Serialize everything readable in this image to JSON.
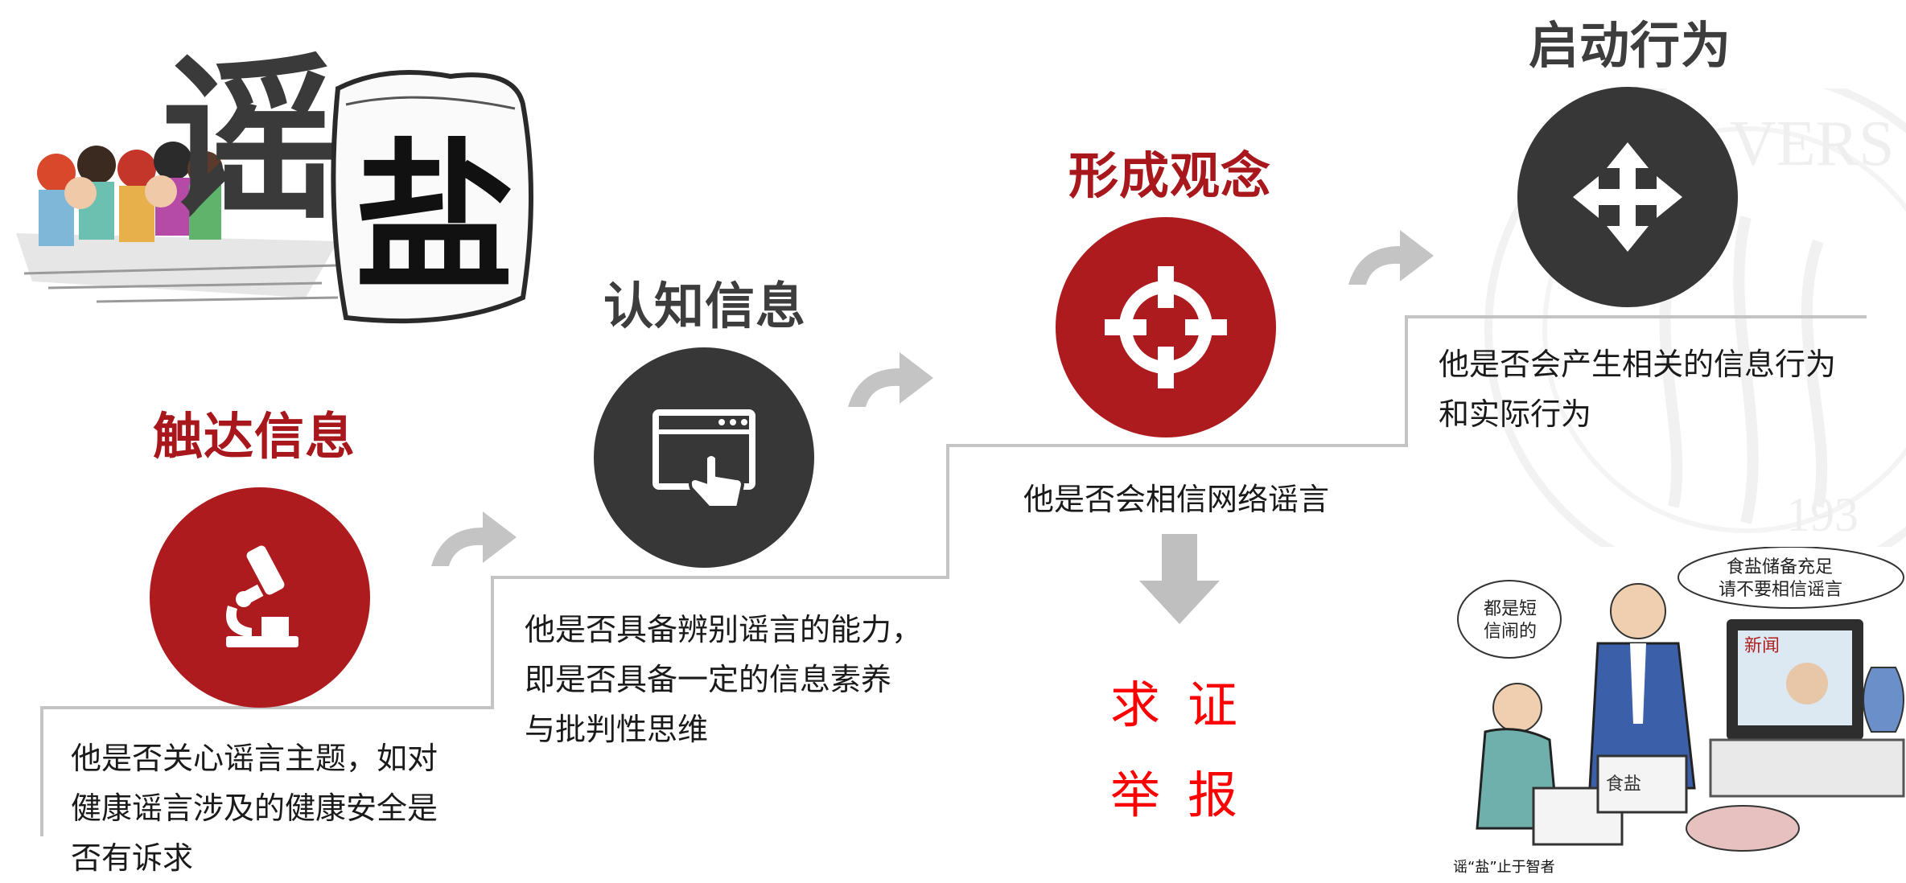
{
  "cartoon_top": {
    "sack_char": "盐",
    "rumor_char": "谣"
  },
  "stages": [
    {
      "title": "触达信息",
      "icon": "microscope-icon",
      "color": "#ad1b1f",
      "desc": [
        "他是否关心谣言主题，如对",
        "健康谣言涉及的健康安全是",
        "否有诉求"
      ]
    },
    {
      "title": "认知信息",
      "icon": "touch-screen-icon",
      "color": "#373737",
      "desc": [
        "他是否具备辨别谣言的能力，",
        "即是否具备一定的信息素养",
        "与批判性思维"
      ]
    },
    {
      "title": "形成观念",
      "icon": "target-crosshair-icon",
      "color": "#ad1b1f",
      "desc": [
        "他是否会相信网络谣言"
      ]
    },
    {
      "title": "启动行为",
      "icon": "move-arrows-icon",
      "color": "#373737",
      "desc": [
        "他是否会产生相关的信息行为",
        "和实际行为"
      ]
    }
  ],
  "actions": [
    "求证",
    "举报"
  ],
  "cartoon_bottom": {
    "bubble_left": [
      "都是短",
      "信闹的"
    ],
    "bubble_right": [
      "食盐储备充足",
      "请不要相信谣言"
    ],
    "tv_label": "新闻",
    "box_label": "食盐",
    "caption": "谣“盐”止于智者"
  },
  "watermark": {
    "text": "VERS",
    "year": "193"
  },
  "colors": {
    "accent_red": "#ad1b1f",
    "dark": "#373737",
    "action_red": "#ff0000",
    "line_gray": "#bdbdbd"
  }
}
